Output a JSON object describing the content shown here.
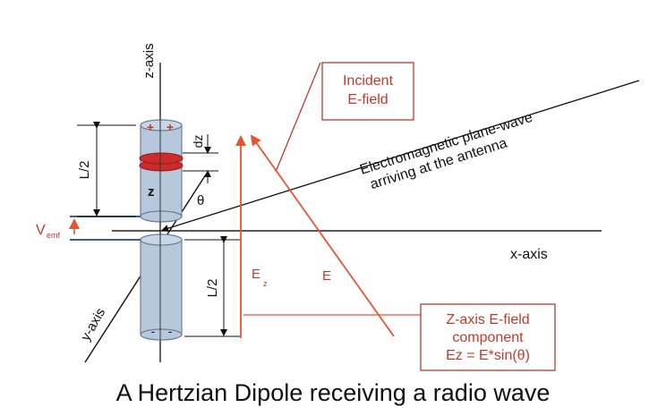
{
  "labels": {
    "z_axis": "z-axis",
    "x_axis": "x-axis",
    "y_axis": "y-axis",
    "half_length_top": "L/2",
    "half_length_bottom": "L/2",
    "dz": "dz",
    "z": "z",
    "theta": "θ",
    "v": "V",
    "emf": "emf",
    "ez_main": "E",
    "ez_sub": "z",
    "e_field": "E",
    "plus_1": "+",
    "plus_2": "+",
    "minus_1": "-",
    "minus_2": "-",
    "wave_line_1": "Electromagnetic plane-wave",
    "wave_line_2": "arriving at the antenna"
  },
  "incident_box": {
    "line_1": "Incident",
    "line_2": "E-field"
  },
  "component_box": {
    "line_1": "Z-axis E-field",
    "line_2": "component",
    "line_3": "Ez = E*sin(θ)"
  },
  "caption": "A Hertzian Dipole receiving a radio wave",
  "colors": {
    "accent_red": "#c0392b",
    "box_border": "#c0392b",
    "cylinder_fill": "#b8c8dc",
    "cylinder_stroke": "#6a7f96",
    "disc_red": "#cc2b2b",
    "wire_blue": "#2f5fa8",
    "line_dark": "#111111"
  }
}
